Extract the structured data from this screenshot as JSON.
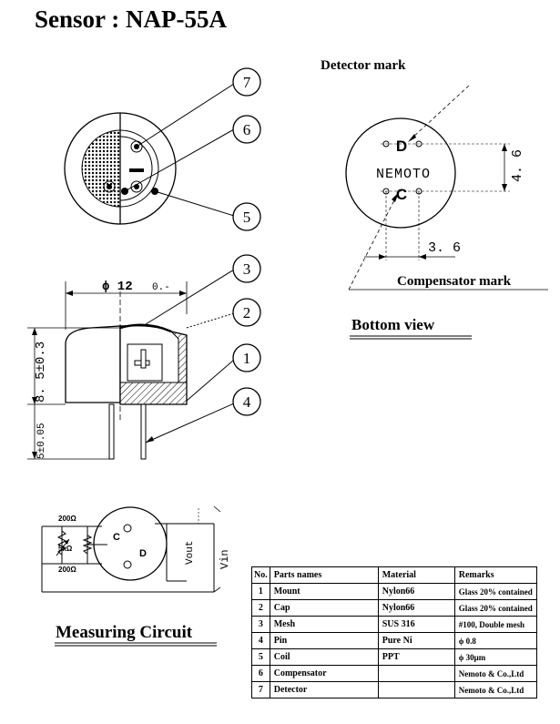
{
  "title": "Sensor : NAP-55A",
  "top_view": {
    "callouts": [
      "7",
      "6",
      "5"
    ]
  },
  "side_view": {
    "callouts": [
      "3",
      "2",
      "1",
      "4"
    ],
    "dim_diameter": "ϕ 12",
    "dim_diameter_tol": "0.-",
    "dim_height": "8. 5±0.3",
    "dim_pin": "5±0.05"
  },
  "bottom_view": {
    "detector_mark_label": "Detector mark",
    "compensator_mark_label": "Compensator mark",
    "caption": "Bottom view",
    "d_label": "D",
    "c_label": "C",
    "brand": "NEMOTO",
    "dim_vertical": "4. 6",
    "dim_horizontal": "3. 6"
  },
  "circuit": {
    "caption": "Measuring Circuit",
    "r1": "200Ω",
    "r2": "5kΩ",
    "r3": "200Ω",
    "c_label": "C",
    "d_label": "D",
    "vout": "Vout",
    "vin": "Vin"
  },
  "parts_table": {
    "headers": [
      "No.",
      "Parts names",
      "Material",
      "Remarks"
    ],
    "rows": [
      [
        "1",
        "Mount",
        "Nylon66",
        "Glass 20% contained"
      ],
      [
        "2",
        "Cap",
        "Nylon66",
        "Glass 20% contained"
      ],
      [
        "3",
        "Mesh",
        "SUS 316",
        "#100, Double mesh"
      ],
      [
        "4",
        "Pin",
        "Pure Ni",
        "ϕ 0.8"
      ],
      [
        "5",
        "Coil",
        "PPT",
        "ϕ 30μm"
      ],
      [
        "6",
        "Compensator",
        "",
        "Nemoto & Co.,Ltd"
      ],
      [
        "7",
        "Detector",
        "",
        "Nemoto & Co.,Ltd"
      ]
    ]
  }
}
